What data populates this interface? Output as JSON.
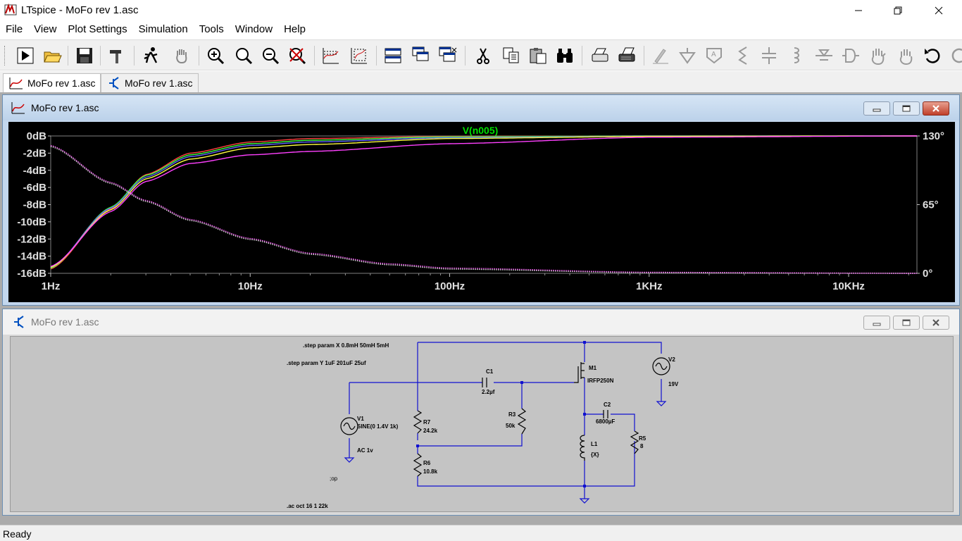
{
  "app": {
    "title": "LTspice - MoFo rev 1.asc",
    "icon": "ltspice-logo-icon"
  },
  "menu": [
    "File",
    "View",
    "Plot Settings",
    "Simulation",
    "Tools",
    "Window",
    "Help"
  ],
  "tabs": [
    {
      "label": "MoFo rev 1.asc",
      "icon": "waveform-icon",
      "active": true
    },
    {
      "label": "MoFo rev 1.asc",
      "icon": "schematic-icon",
      "active": false
    }
  ],
  "plot_window": {
    "title": "MoFo rev 1.asc",
    "trace_label": "V(n005)",
    "trace_label_color": "#00e000",
    "background": "#000000"
  },
  "schematic_window": {
    "title": "MoFo rev 1.asc",
    "directives": {
      "step_x": ".step param X 0.8mH 50mH 5mH",
      "step_y": ".step param Y 1uF 201uF 25uf",
      "op": ";op",
      "ac": ".ac oct 16 1 22k"
    },
    "components": {
      "c1_name": "C1",
      "c1_value": "2.2µf",
      "m1_name": "M1",
      "m1_value": "IRFP250N",
      "v2_name": "V2",
      "v2_value": "19V",
      "v1_name": "V1",
      "v1_value": "SINE(0 1.4V 1k)",
      "v1_ac": "AC 1v",
      "r7_name": "R7",
      "r7_value": "24.2k",
      "r3_name": "R3",
      "r3_value": "50k",
      "c2_name": "C2",
      "c2_value": "6800µF",
      "r5_name": "R5",
      "r5_value": "8",
      "l1_name": "L1",
      "l1_value": "{X}",
      "r6_name": "R6",
      "r6_value": "10.8k"
    }
  },
  "status": "Ready",
  "chart_data": {
    "type": "line",
    "title": "V(n005)",
    "x_scale": "log",
    "xlim": [
      1,
      22000
    ],
    "x_ticks": [
      "1Hz",
      "10Hz",
      "100Hz",
      "1KHz",
      "10KHz"
    ],
    "y_left_ticks": [
      "0dB",
      "-2dB",
      "-4dB",
      "-6dB",
      "-8dB",
      "-10dB",
      "-12dB",
      "-14dB",
      "-16dB"
    ],
    "y_left_lim": [
      -16,
      0
    ],
    "y_right_ticks": [
      "130°",
      "65°",
      "0°"
    ],
    "y_right_lim": [
      0,
      130
    ],
    "grid": false,
    "magnitude_series": [
      {
        "color": "#ff4040",
        "points": [
          [
            1,
            -15.5
          ],
          [
            2,
            -8.5
          ],
          [
            3,
            -4.5
          ],
          [
            5,
            -2
          ],
          [
            10,
            -0.7
          ],
          [
            20,
            -0.3
          ],
          [
            100,
            -0.05
          ],
          [
            1000,
            0
          ],
          [
            22000,
            0
          ]
        ]
      },
      {
        "color": "#40ff40",
        "points": [
          [
            1,
            -15.4
          ],
          [
            2,
            -8.3
          ],
          [
            3,
            -4.6
          ],
          [
            5,
            -2.2
          ],
          [
            10,
            -0.9
          ],
          [
            20,
            -0.5
          ],
          [
            100,
            -0.1
          ],
          [
            1000,
            0
          ],
          [
            22000,
            0
          ]
        ]
      },
      {
        "color": "#6060ff",
        "points": [
          [
            1,
            -15.3
          ],
          [
            2,
            -8.4
          ],
          [
            3,
            -4.8
          ],
          [
            5,
            -2.4
          ],
          [
            10,
            -1.1
          ],
          [
            20,
            -0.7
          ],
          [
            100,
            -0.2
          ],
          [
            1000,
            -0.02
          ],
          [
            22000,
            0
          ]
        ]
      },
      {
        "color": "#ffff40",
        "points": [
          [
            1,
            -15.3
          ],
          [
            2,
            -8.6
          ],
          [
            3,
            -5.0
          ],
          [
            5,
            -2.7
          ],
          [
            10,
            -1.4
          ],
          [
            20,
            -1.0
          ],
          [
            100,
            -0.3
          ],
          [
            1000,
            -0.05
          ],
          [
            22000,
            0
          ]
        ]
      },
      {
        "color": "#ff40ff",
        "points": [
          [
            1,
            -15.2
          ],
          [
            2,
            -8.8
          ],
          [
            3,
            -5.3
          ],
          [
            5,
            -3.2
          ],
          [
            10,
            -2.2
          ],
          [
            20,
            -1.8
          ],
          [
            100,
            -0.9
          ],
          [
            1000,
            -0.15
          ],
          [
            22000,
            0
          ]
        ]
      }
    ],
    "phase_series": [
      {
        "color": "#e0e0e0",
        "points": [
          [
            1,
            120
          ],
          [
            2,
            85
          ],
          [
            3,
            68
          ],
          [
            5,
            50
          ],
          [
            10,
            32
          ],
          [
            20,
            18
          ],
          [
            50,
            8
          ],
          [
            100,
            4
          ],
          [
            1000,
            0.5
          ],
          [
            22000,
            0
          ]
        ]
      },
      {
        "color": "#ff60ff",
        "points": [
          [
            1,
            121
          ],
          [
            2,
            86
          ],
          [
            3,
            69
          ],
          [
            5,
            51
          ],
          [
            10,
            33
          ],
          [
            20,
            19
          ],
          [
            50,
            9
          ],
          [
            100,
            5
          ],
          [
            1000,
            1
          ],
          [
            22000,
            0
          ]
        ]
      }
    ]
  }
}
